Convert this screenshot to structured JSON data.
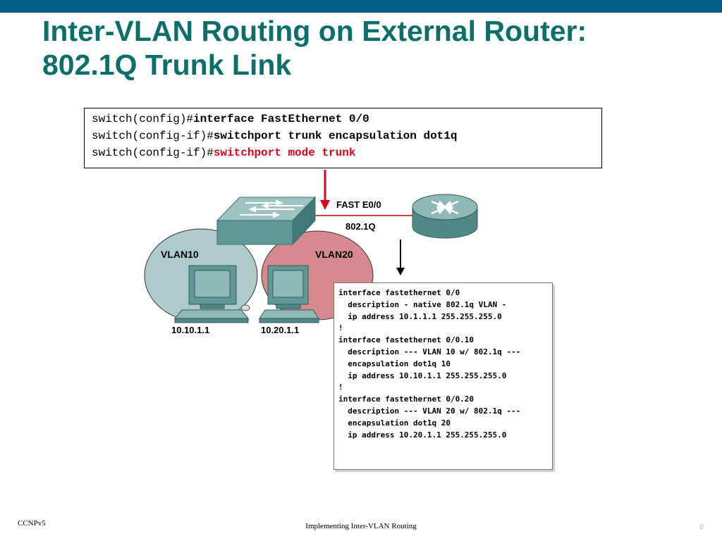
{
  "title": {
    "line1": "Inter-VLAN Routing on External Router:",
    "line2": "802.1Q Trunk Link"
  },
  "commands": [
    {
      "prompt": "switch(config)#",
      "command": "interface FastEthernet 0/0",
      "highlight": false
    },
    {
      "prompt": "switch(config-if)#",
      "command": "switchport trunk encapsulation dot1q",
      "highlight": false
    },
    {
      "prompt": "switch(config-if)#",
      "command": "switchport mode trunk",
      "highlight": true
    }
  ],
  "diagram": {
    "link_label": "FAST E0/0",
    "trunk_label": "802.1Q",
    "vlans": [
      {
        "name": "VLAN10",
        "host_ip": "10.10.1.1",
        "color": "#aecbc9"
      },
      {
        "name": "VLAN20",
        "host_ip": "10.20.1.1",
        "color": "#d7898e"
      }
    ],
    "arrow_color": "#e3001b",
    "link_color": "#d04040"
  },
  "router_config": [
    "interface fastethernet 0/0",
    "  description - native 802.1q VLAN -",
    "  ip address 10.1.1.1 255.255.255.0",
    "!",
    "interface fastethernet 0/0.10",
    "  description --- VLAN 10 w/ 802.1q ---",
    "  encapsulation dot1q 10",
    "  ip address 10.10.1.1 255.255.255.0",
    "!",
    "interface fastethernet 0/0.20",
    "  description --- VLAN 20 w/ 802.1q ---",
    "  encapsulation dot1q 20",
    "  ip address 10.20.1.1 255.255.255.0"
  ],
  "footer": {
    "left": "CCNPv5",
    "center": "Implementing Inter-VLAN Routing",
    "page_number": "6"
  },
  "colors": {
    "header_bar": "#005f83",
    "title": "#0d6f6a"
  }
}
